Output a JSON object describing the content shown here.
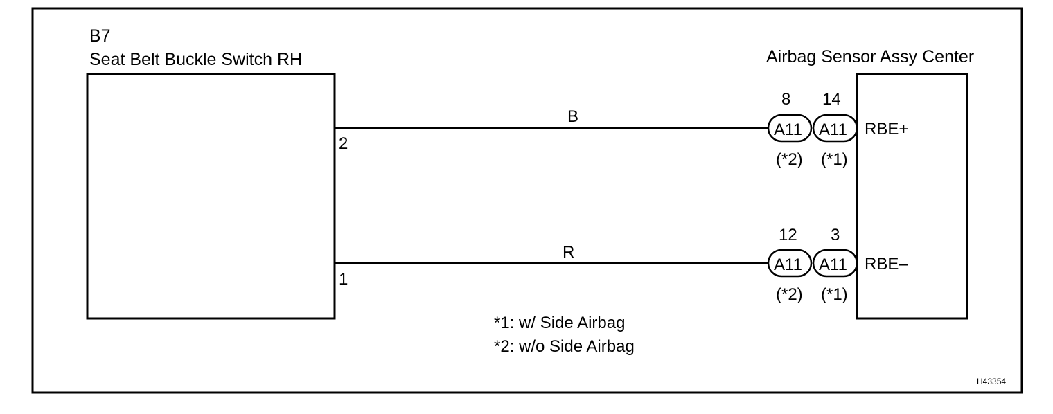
{
  "switch": {
    "code": "B7",
    "name": "Seat Belt Buckle Switch RH",
    "pin_top": "2",
    "pin_bottom": "1"
  },
  "sensor": {
    "name": "Airbag Sensor Assy Center",
    "terminal_top": "RBE+",
    "terminal_bottom": "RBE–"
  },
  "wires": {
    "top_color": "B",
    "bottom_color": "R"
  },
  "connectors": {
    "top": [
      {
        "pin": "8",
        "code": "A11",
        "note": "(*2)"
      },
      {
        "pin": "14",
        "code": "A11",
        "note": "(*1)"
      }
    ],
    "bottom": [
      {
        "pin": "12",
        "code": "A11",
        "note": "(*2)"
      },
      {
        "pin": "3",
        "code": "A11",
        "note": "(*1)"
      }
    ]
  },
  "notes": [
    "*1: w/ Side Airbag",
    "*2: w/o Side Airbag"
  ],
  "figure_id": "H43354"
}
